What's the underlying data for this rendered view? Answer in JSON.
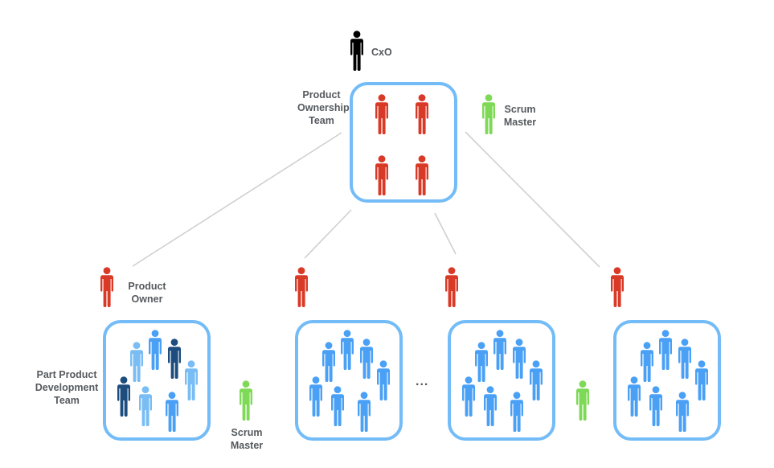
{
  "diagram": {
    "type": "org-structure",
    "colors": {
      "leadership": "#000000",
      "product_owner": "#d93a27",
      "scrum_master": "#7ed957",
      "dev_light": "#79bdf4",
      "dev_mid": "#4aa0f5",
      "dev_dark": "#1d4c7e",
      "team_box_border": "#73bcf7",
      "connector": "#d0d0d0",
      "label_text": "#555a5e"
    },
    "cxo": {
      "label": "CxO",
      "role": "leadership"
    },
    "product_ownership_team": {
      "label_lines": [
        "Product",
        "Ownership",
        "Team"
      ],
      "member_count": 4,
      "member_role": "product_owner",
      "scrum_master": {
        "label_lines": [
          "Scrum",
          "Master"
        ]
      }
    },
    "ellipsis": "...",
    "dev_teams": [
      {
        "product_owner_label_lines": [
          "Product",
          "Owner"
        ],
        "team_label_lines": [
          "Part Product",
          "Development",
          "Team"
        ],
        "scrum_master_label_lines": [
          "Scrum",
          "Master"
        ],
        "member_shades": [
          "dev_light",
          "dev_mid",
          "dev_dark",
          "dev_light",
          "dev_dark",
          "dev_light",
          "dev_mid"
        ]
      },
      {
        "member_shades": [
          "dev_mid",
          "dev_mid",
          "dev_mid",
          "dev_mid",
          "dev_mid",
          "dev_mid",
          "dev_mid"
        ]
      },
      {
        "has_scrum_master": true,
        "member_shades": [
          "dev_mid",
          "dev_mid",
          "dev_mid",
          "dev_mid",
          "dev_mid",
          "dev_mid",
          "dev_mid"
        ]
      },
      {
        "member_shades": [
          "dev_mid",
          "dev_mid",
          "dev_mid",
          "dev_mid",
          "dev_mid",
          "dev_mid",
          "dev_mid"
        ]
      }
    ]
  }
}
